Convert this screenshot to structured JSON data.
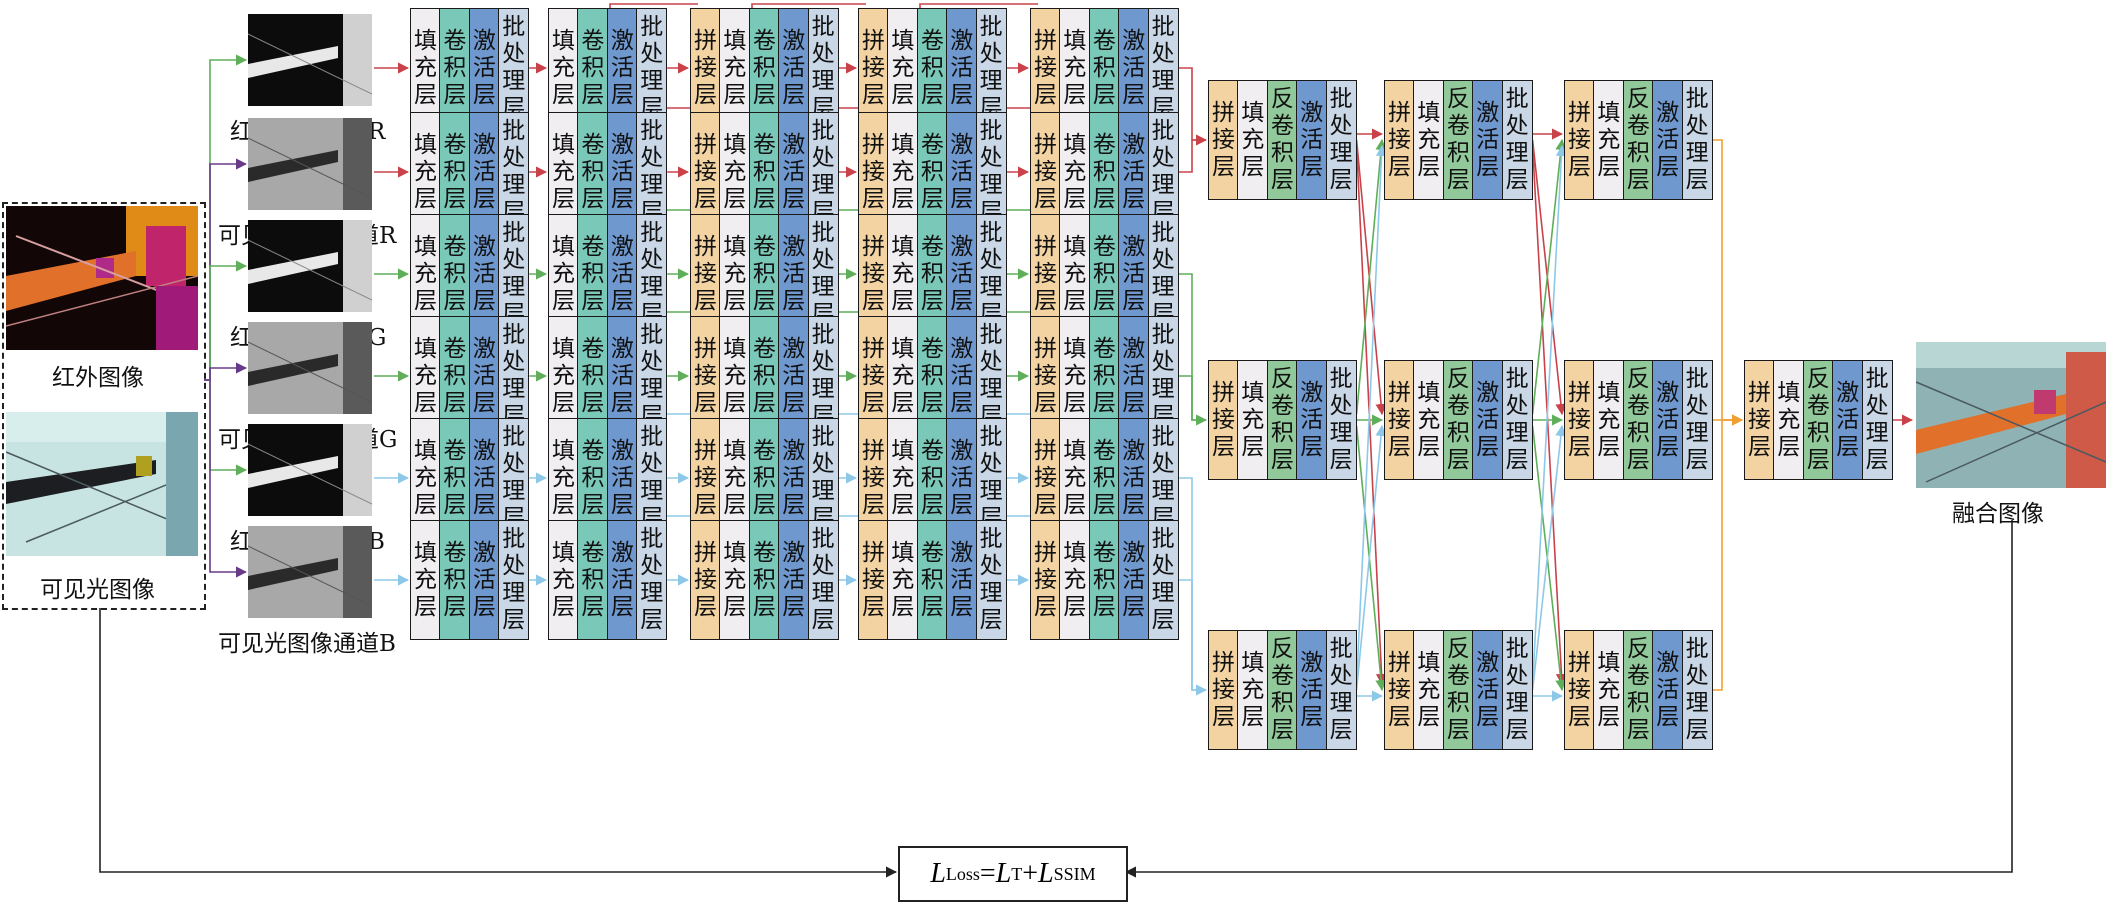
{
  "colors": {
    "fill_layer": "#f0eef1",
    "conv_layer": "#79c8b8",
    "act_layer": "#6f98cf",
    "bn_layer": "#c9d7e6",
    "cat_layer": "#f2d3a1",
    "deconv_layer": "#92c99a",
    "wire_red": "#c9424a",
    "wire_green": "#5fae5a",
    "wire_blue": "#8ec8e8",
    "wire_purple": "#6a3a8a",
    "wire_orange": "#f0a030"
  },
  "layers": {
    "fill": "填充层",
    "conv": "卷积层",
    "act": "激活层",
    "bn": "批处理层",
    "cat": "拼接层",
    "deconv": "反卷积层"
  },
  "inputs": {
    "infrared": "红外图像",
    "visible": "可见光图像"
  },
  "channels": [
    {
      "label": "红外图像通道R",
      "type": "infrared"
    },
    {
      "label": "可见光图像通道R",
      "type": "visible"
    },
    {
      "label": "红外图像通道G",
      "type": "infrared"
    },
    {
      "label": "可见光图像通道G",
      "type": "visible"
    },
    {
      "label": "红外图像通道B",
      "type": "infrared"
    },
    {
      "label": "可见光图像通道B",
      "type": "visible"
    }
  ],
  "output_label": "融合图像",
  "loss": {
    "L": "L",
    "loss_sub": "Loss",
    "eq": "=",
    "t_sub": "T",
    "plus": "+",
    "ssim_sub": "SSIM"
  }
}
